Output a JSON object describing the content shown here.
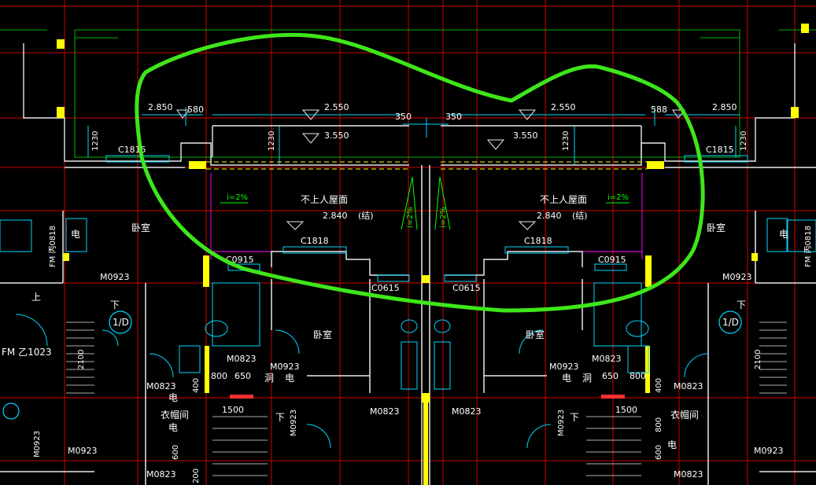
{
  "colors": {
    "background": "#000000",
    "grid": "#d10000",
    "wall": "#e8e8e8",
    "cyan": "#00d7ff",
    "yellow": "#ffff00",
    "green_line": "#00b400",
    "magenta": "#ff00ff",
    "highlight_circle": "#3ee61a",
    "text": "#ffffff",
    "slope_text": "#00ff00",
    "blue": "#2266ff"
  },
  "dims": {
    "d2850_left": "2.850",
    "d580_left": "580",
    "d2550_left": "2.550",
    "d350_left": "350",
    "d350_right": "350",
    "d2550_right": "2.550",
    "d588_right": "588",
    "d2850_right": "2.850",
    "d1230_a": "1230",
    "d1230_b": "1230",
    "d1230_c": "1230",
    "d1230_d": "1230",
    "d3550_left": "3.550",
    "d3550_right": "3.550",
    "d2840_left": "2.840",
    "d2840_right": "2.840",
    "jie_left": "(结)",
    "jie_right": "(结)",
    "d2100_left": "2100",
    "d2100_right": "2100",
    "d650_left": "650",
    "d650_right": "650",
    "d800_left": "800",
    "d800_right": "800",
    "d1500_left": "1500",
    "d1500_right": "1500",
    "d400_left": "400",
    "d400_right": "400",
    "d600_left": "600",
    "d800b_right": "800",
    "d600_right": "600",
    "d200_left": "200"
  },
  "labels": {
    "roof_left": "不上人屋面",
    "roof_right": "不上人屋面",
    "slope_left": "i=2%",
    "slope_right": "i=2%",
    "slope_mid_left": "i=2%",
    "slope_mid_right": "i=2%",
    "bedroom_ul": "卧室",
    "bedroom_ur": "卧室",
    "bedroom_ml": "卧室",
    "bedroom_mr": "卧室",
    "elec_left": "电",
    "elec_right": "电",
    "elec_b1": "电",
    "elec_b2": "电",
    "elec_b3": "电",
    "elec_b4": "电",
    "elec_b5": "电",
    "wash_left": "洞",
    "wash_right": "洞",
    "cloak_left": "衣帽间",
    "cloak_right": "衣帽间",
    "up_left": "上",
    "down_left": "下",
    "down_right": "下",
    "down_bl": "下",
    "down_br": "下",
    "axis_left": "1/D",
    "axis_right": "1/D",
    "fm_left": "FM 乙1023",
    "fm_vert_left": "FM 丙0818",
    "fm_vert_right": "FM 丙0818"
  },
  "windows": {
    "c1815_left": "C1815",
    "c1815_right": "C1815",
    "c1818_left": "C1818",
    "c1818_right": "C1818",
    "c0915_left": "C0915",
    "c0915_right": "C0915",
    "c0615_left": "C0615",
    "c0615_right": "C0615"
  },
  "doors": {
    "m0923_l1": "M0923",
    "m0923_r1": "M0923",
    "m0923_ml": "M0923",
    "m0923_mr": "M0923",
    "m0823_l1": "M0823",
    "m0823_l2": "M0823",
    "m0823_r1": "M0823",
    "m0823_r2": "M0823",
    "m0823_cl": "M0823",
    "m0823_cr": "M0823",
    "m0923_bl": "M0923",
    "m0923_br": "M0923",
    "m0823_bl": "M0823",
    "m0823_br": "M0823",
    "m0923_vert_l": "M0923",
    "m0923_vert_r": "M0923",
    "m0923_edge_l": "M0923"
  }
}
